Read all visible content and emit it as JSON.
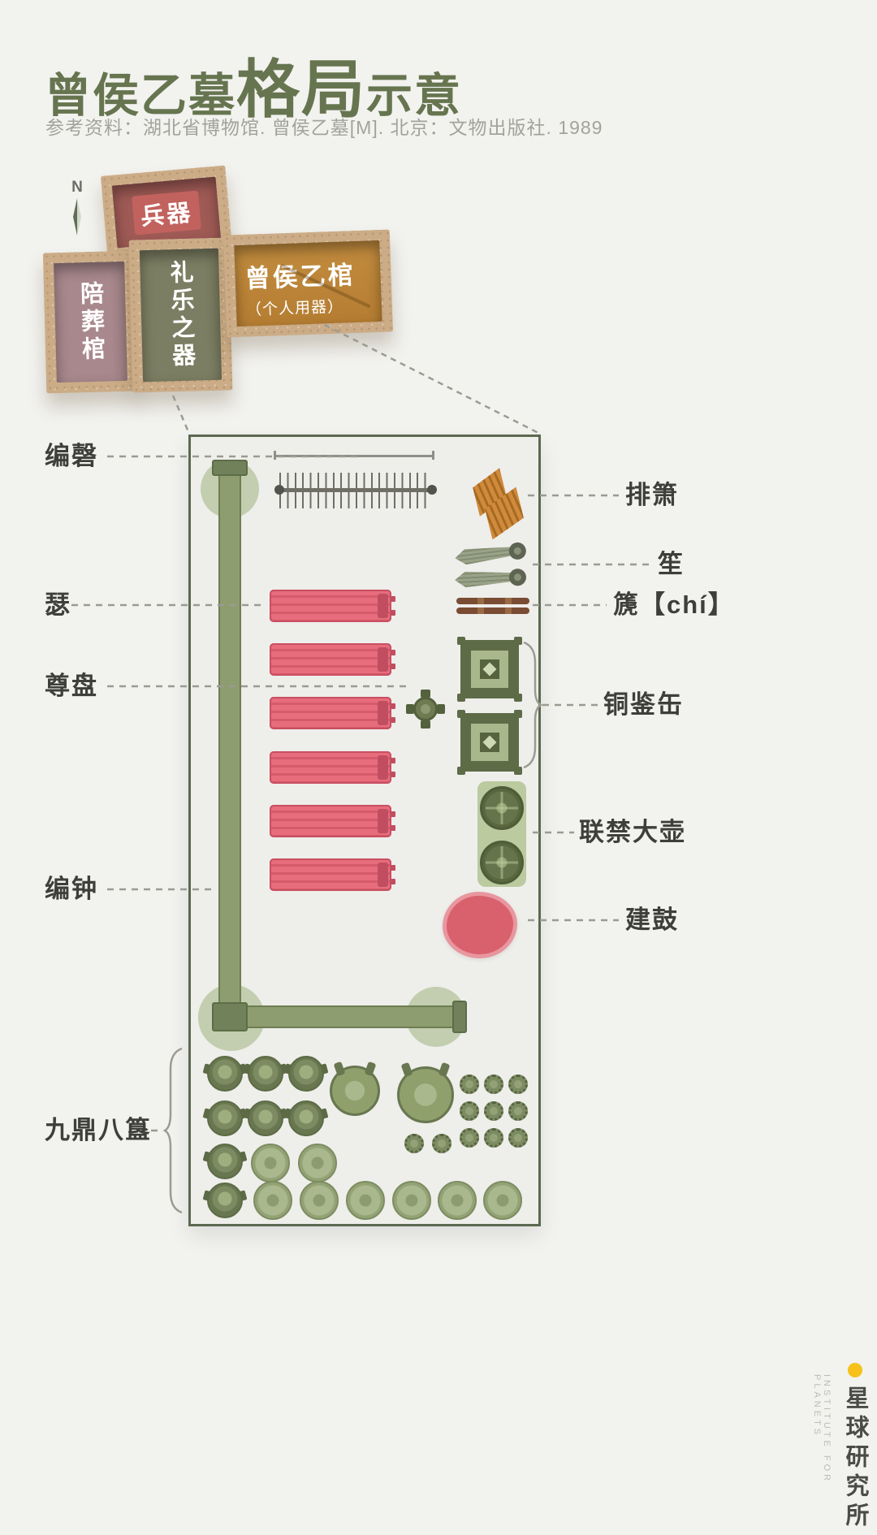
{
  "header": {
    "title": {
      "part1": "曾侯乙墓",
      "part2": "格局",
      "part3": "示意"
    },
    "reference": "参考资料：湖北省博物馆. 曾侯乙墓[M]. 北京：文物出版社. 1989"
  },
  "compass": {
    "label": "N"
  },
  "tomb": {
    "chambers": [
      {
        "id": "weapons-chamber",
        "label": "兵器",
        "interior_color": "#9f5a55"
      },
      {
        "id": "accompanying-coffins-chamber",
        "label": "陪葬棺",
        "interior_color": "#a8888d"
      },
      {
        "id": "ritual-music-chamber",
        "label": "礼乐之器",
        "interior_color": "#7b7e62"
      },
      {
        "id": "marquis-coffin-chamber",
        "label": "曾侯乙棺",
        "sublabel": "（个人用器）",
        "interior_color": "#c28c3e"
      }
    ]
  },
  "plan": {
    "labels": {
      "left": [
        {
          "id": "bianqing",
          "text": "编磬"
        },
        {
          "id": "se",
          "text": "瑟"
        },
        {
          "id": "zunpan",
          "text": "尊盘"
        },
        {
          "id": "bianzhong",
          "text": "编钟"
        },
        {
          "id": "jiudingbagui",
          "text": "九鼎八簋"
        }
      ],
      "right": [
        {
          "id": "paixiao",
          "text": "排箫"
        },
        {
          "id": "sheng",
          "text": "笙"
        },
        {
          "id": "chi",
          "text": "篪【chí】"
        },
        {
          "id": "tongjianfou",
          "text": "铜鉴缶"
        },
        {
          "id": "lianjindahu",
          "text": "联禁大壶"
        },
        {
          "id": "jiangu",
          "text": "建鼓"
        }
      ]
    }
  },
  "logo": {
    "name": "星球研究所",
    "tagline": "INSTITUTE FOR PLANETS",
    "dot_color": "#f6c21a"
  },
  "palette": {
    "background": "#f2f2ef",
    "title_green": "#66754f",
    "plan_border": "#5b6950",
    "rack_green": "#8d9d6f",
    "se_red": "#e76d7c",
    "drum_red": "#d9606d",
    "pipes_orange": "#d08a3c",
    "tomb_wall_tan": "#cbac87",
    "vessel_sage": "#7c8b61",
    "leader_gray": "#9b9b93"
  }
}
